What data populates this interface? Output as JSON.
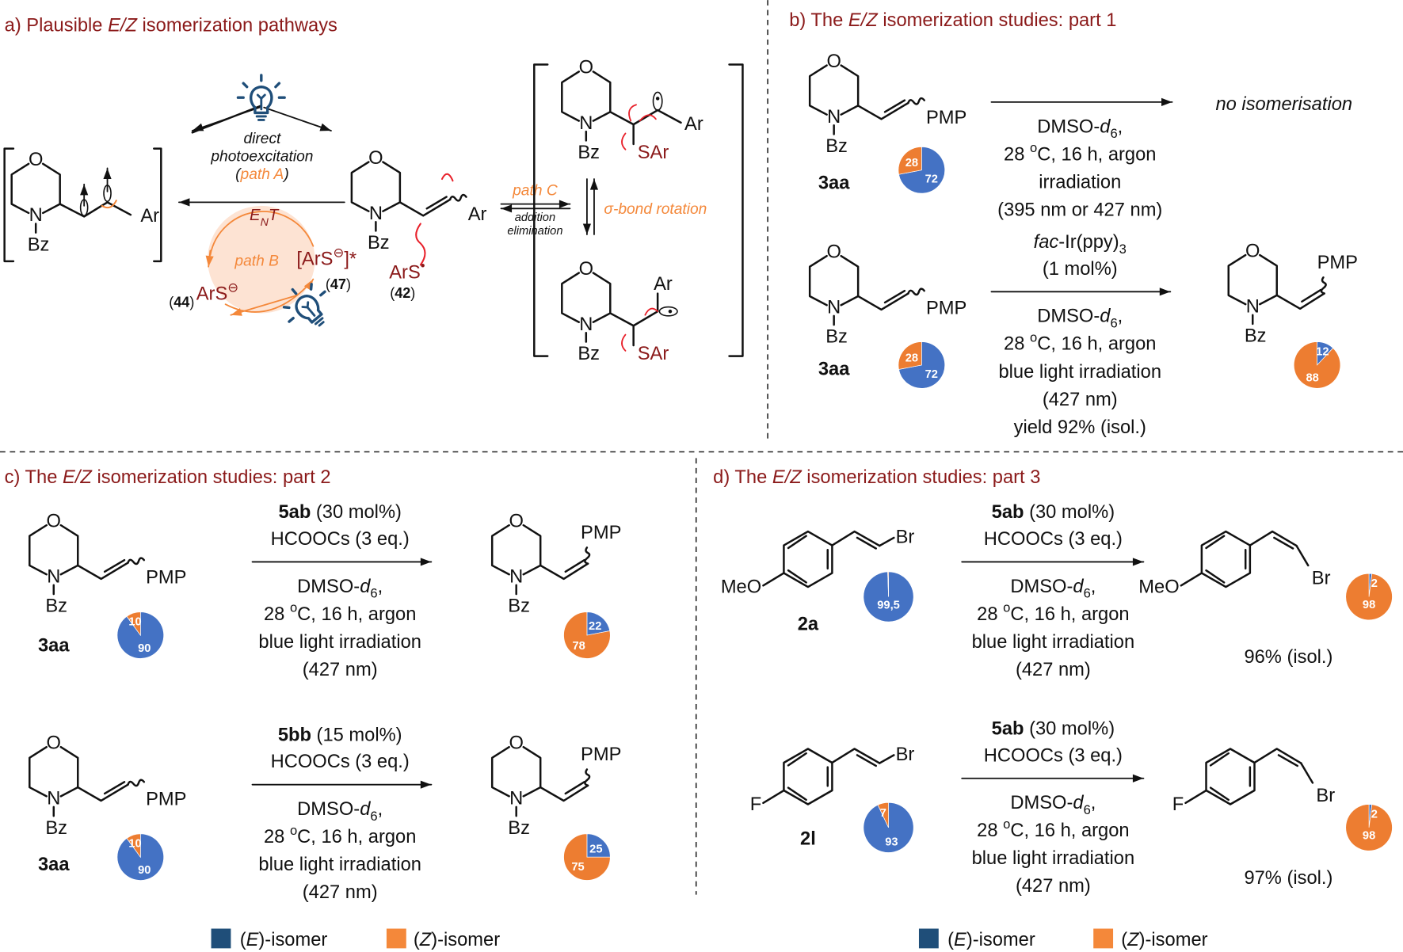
{
  "colors": {
    "e_isomer": "#4472C4",
    "z_isomer": "#ED7D31",
    "legend_e": "#1F4E79",
    "legend_z": "#F4883A",
    "title": "#8B1A1A",
    "path": "#F4883A",
    "reagent": "#8B1A1A",
    "icon": "#1F4E79",
    "curly_arrow": "#E8202A"
  },
  "atoms": {
    "O": "O",
    "N": "N",
    "Bz": "Bz",
    "Ar": "Ar",
    "SAr": "SAr",
    "PMP": "PMP",
    "Br": "Br",
    "MeO": "MeO",
    "F": "F"
  },
  "panel_a": {
    "title": [
      {
        "t": "a) Plausible "
      },
      {
        "t": "E/Z",
        "i": 1
      },
      {
        "t": " isomerization pathways"
      }
    ],
    "direct": "direct",
    "photoexcitation": "photoexcitation",
    "path_a": [
      {
        "t": "("
      },
      {
        "t": "path A",
        "c": "path"
      },
      {
        "t": ")"
      }
    ],
    "ent": [
      {
        "t": "E"
      },
      {
        "t": "N",
        "sub": 1
      },
      {
        "t": "T"
      }
    ],
    "path_b": "path B",
    "excited": [
      {
        "t": "["
      },
      {
        "t": "ArS"
      },
      {
        "t": "⊖",
        "sup": 1
      },
      {
        "t": "]*"
      }
    ],
    "excited_num": [
      {
        "t": "("
      },
      {
        "t": "47",
        "b": 1
      },
      {
        "t": ")"
      }
    ],
    "thiolate_num": [
      {
        "t": "("
      },
      {
        "t": "44",
        "b": 1
      },
      {
        "t": ")"
      }
    ],
    "thiolate": [
      {
        "t": "ArS"
      },
      {
        "t": "⊖",
        "sup": 1
      }
    ],
    "radical": [
      {
        "t": "ArS"
      },
      {
        "t": "•",
        "sup": 1
      }
    ],
    "radical_num": [
      {
        "t": "("
      },
      {
        "t": "42",
        "b": 1
      },
      {
        "t": ")"
      }
    ],
    "path_c": "path C",
    "addition": "addition",
    "elimination": "elimination",
    "sigma": "σ-bond rotation"
  },
  "panel_b": {
    "title": [
      {
        "t": "b) The "
      },
      {
        "t": "E/Z",
        "i": 1
      },
      {
        "t": " isomerization studies: part 1"
      }
    ],
    "reactions": [
      {
        "substrate": "3aa",
        "substrate_ratio": {
          "E": 72,
          "Z": 28,
          "labels": {
            "E": "72",
            "Z": "28"
          }
        },
        "above": [],
        "below": [
          [
            {
              "t": "DMSO-"
            },
            {
              "t": "d",
              "i": 1
            },
            {
              "t": "6",
              "sub": 1
            },
            {
              "t": ","
            }
          ],
          [
            {
              "t": "28 "
            },
            {
              "t": "o",
              "sup": 1
            },
            {
              "t": "C, 16 h, argon"
            }
          ],
          [
            {
              "t": "irradiation"
            }
          ],
          [
            {
              "t": "(395 nm or 427 nm)"
            }
          ]
        ],
        "result": "no isomerisation"
      },
      {
        "substrate": "3aa",
        "substrate_ratio": {
          "E": 72,
          "Z": 28,
          "labels": {
            "E": "72",
            "Z": "28"
          }
        },
        "above": [
          [
            {
              "t": "fac",
              "i": 1
            },
            {
              "t": "-Ir(ppy)"
            },
            {
              "t": "3",
              "sub": 1
            }
          ],
          [
            {
              "t": "(1 mol%)"
            }
          ]
        ],
        "below": [
          [
            {
              "t": "DMSO-"
            },
            {
              "t": "d",
              "i": 1
            },
            {
              "t": "6",
              "sub": 1
            },
            {
              "t": ","
            }
          ],
          [
            {
              "t": "28 "
            },
            {
              "t": "o",
              "sup": 1
            },
            {
              "t": "C, 16 h, argon"
            }
          ],
          [
            {
              "t": "blue light irradiation"
            }
          ],
          [
            {
              "t": "(427 nm)"
            }
          ],
          [
            {
              "t": "yield 92% (isol.)"
            }
          ]
        ],
        "product_ratio": {
          "E": 12,
          "Z": 88,
          "labels": {
            "E": "12",
            "Z": "88"
          }
        }
      }
    ]
  },
  "panel_c": {
    "title": [
      {
        "t": "c) The "
      },
      {
        "t": "E/Z",
        "i": 1
      },
      {
        "t": " isomerization studies: part 2"
      }
    ],
    "reactions": [
      {
        "substrate": "3aa",
        "substrate_ratio": {
          "E": 90,
          "Z": 10,
          "labels": {
            "E": "90",
            "Z": "10"
          }
        },
        "above": [
          [
            {
              "t": "5ab",
              "b": 1
            },
            {
              "t": " (30 mol%)"
            }
          ],
          [
            {
              "t": "HCOOCs (3 eq.)"
            }
          ]
        ],
        "below": [
          [
            {
              "t": "DMSO-"
            },
            {
              "t": "d",
              "i": 1
            },
            {
              "t": "6",
              "sub": 1
            },
            {
              "t": ","
            }
          ],
          [
            {
              "t": "28 "
            },
            {
              "t": "o",
              "sup": 1
            },
            {
              "t": "C, 16 h, argon"
            }
          ],
          [
            {
              "t": "blue light irradiation"
            }
          ],
          [
            {
              "t": "(427 nm)"
            }
          ]
        ],
        "product_ratio": {
          "E": 22,
          "Z": 78,
          "labels": {
            "E": "22",
            "Z": "78"
          }
        }
      },
      {
        "substrate": "3aa",
        "substrate_ratio": {
          "E": 90,
          "Z": 10,
          "labels": {
            "E": "90",
            "Z": "10"
          }
        },
        "above": [
          [
            {
              "t": "5bb",
              "b": 1
            },
            {
              "t": " (15 mol%)"
            }
          ],
          [
            {
              "t": "HCOOCs (3 eq.)"
            }
          ]
        ],
        "below": [
          [
            {
              "t": "DMSO-"
            },
            {
              "t": "d",
              "i": 1
            },
            {
              "t": "6",
              "sub": 1
            },
            {
              "t": ","
            }
          ],
          [
            {
              "t": "28 "
            },
            {
              "t": "o",
              "sup": 1
            },
            {
              "t": "C, 16 h, argon"
            }
          ],
          [
            {
              "t": "blue light irradiation"
            }
          ],
          [
            {
              "t": "(427 nm)"
            }
          ]
        ],
        "product_ratio": {
          "E": 25,
          "Z": 75,
          "labels": {
            "E": "25",
            "Z": "75"
          }
        }
      }
    ]
  },
  "panel_d": {
    "title": [
      {
        "t": "d) The "
      },
      {
        "t": "E/Z",
        "i": 1
      },
      {
        "t": " isomerization studies: part 3"
      }
    ],
    "reactions": [
      {
        "substrate": "2a",
        "substituent": "MeO",
        "substrate_ratio": {
          "E": 99.5,
          "Z": 0.5,
          "labels": {
            "E": "99,5"
          }
        },
        "above": [
          [
            {
              "t": "5ab",
              "b": 1
            },
            {
              "t": " (30 mol%)"
            }
          ],
          [
            {
              "t": "HCOOCs (3 eq.)"
            }
          ]
        ],
        "below": [
          [
            {
              "t": "DMSO-"
            },
            {
              "t": "d",
              "i": 1
            },
            {
              "t": "6",
              "sub": 1
            },
            {
              "t": ","
            }
          ],
          [
            {
              "t": "28 "
            },
            {
              "t": "o",
              "sup": 1
            },
            {
              "t": "C, 16 h, argon"
            }
          ],
          [
            {
              "t": "blue light irradiation"
            }
          ],
          [
            {
              "t": "(427 nm)"
            }
          ]
        ],
        "product_ratio": {
          "E": 2,
          "Z": 98,
          "labels": {
            "E": "2",
            "Z": "98"
          }
        },
        "yield": "96% (isol.)"
      },
      {
        "substrate": "2l",
        "substituent": "F",
        "substrate_ratio": {
          "E": 93,
          "Z": 7,
          "labels": {
            "E": "93",
            "Z": "7"
          }
        },
        "above": [
          [
            {
              "t": "5ab",
              "b": 1
            },
            {
              "t": " (30 mol%)"
            }
          ],
          [
            {
              "t": "HCOOCs (3 eq.)"
            }
          ]
        ],
        "below": [
          [
            {
              "t": "DMSO-"
            },
            {
              "t": "d",
              "i": 1
            },
            {
              "t": "6",
              "sub": 1
            },
            {
              "t": ","
            }
          ],
          [
            {
              "t": "28 "
            },
            {
              "t": "o",
              "sup": 1
            },
            {
              "t": "C, 16 h, argon"
            }
          ],
          [
            {
              "t": "blue light irradiation"
            }
          ],
          [
            {
              "t": "(427 nm)"
            }
          ]
        ],
        "product_ratio": {
          "E": 2,
          "Z": 98,
          "labels": {
            "E": "2",
            "Z": "98"
          }
        },
        "yield": "97% (isol.)"
      }
    ]
  },
  "legend": {
    "E": [
      {
        "t": "("
      },
      {
        "t": "E",
        "i": 1
      },
      {
        "t": ")-isomer"
      }
    ],
    "Z": [
      {
        "t": "("
      },
      {
        "t": "Z",
        "i": 1
      },
      {
        "t": ")-isomer"
      }
    ]
  }
}
